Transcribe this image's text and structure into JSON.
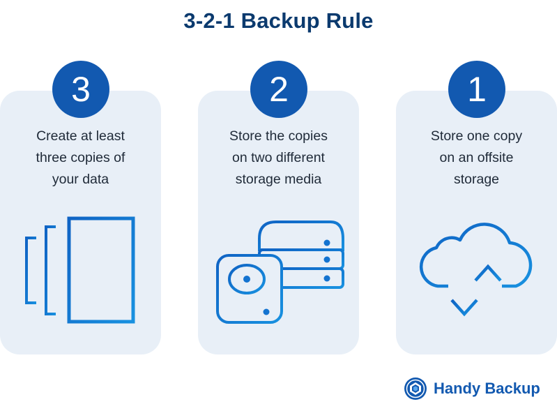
{
  "title": "3-2-1 Backup Rule",
  "colors": {
    "title": "#0b3a6e",
    "accent": "#1259b0",
    "card_background": "#e8eff7",
    "text": "#1f2a38"
  },
  "steps": [
    {
      "number": "3",
      "lines": [
        "Create at least",
        "three copies of",
        "your data"
      ],
      "icon": "copies-icon"
    },
    {
      "number": "2",
      "lines": [
        "Store the copies",
        "on two different",
        "storage media"
      ],
      "icon": "storage-media-icon"
    },
    {
      "number": "1",
      "lines": [
        "Store one copy",
        "on an offsite",
        "storage"
      ],
      "icon": "cloud-sync-icon"
    }
  ],
  "brand": {
    "name": "Handy Backup",
    "logo_icon": "handy-backup-logo-icon"
  }
}
